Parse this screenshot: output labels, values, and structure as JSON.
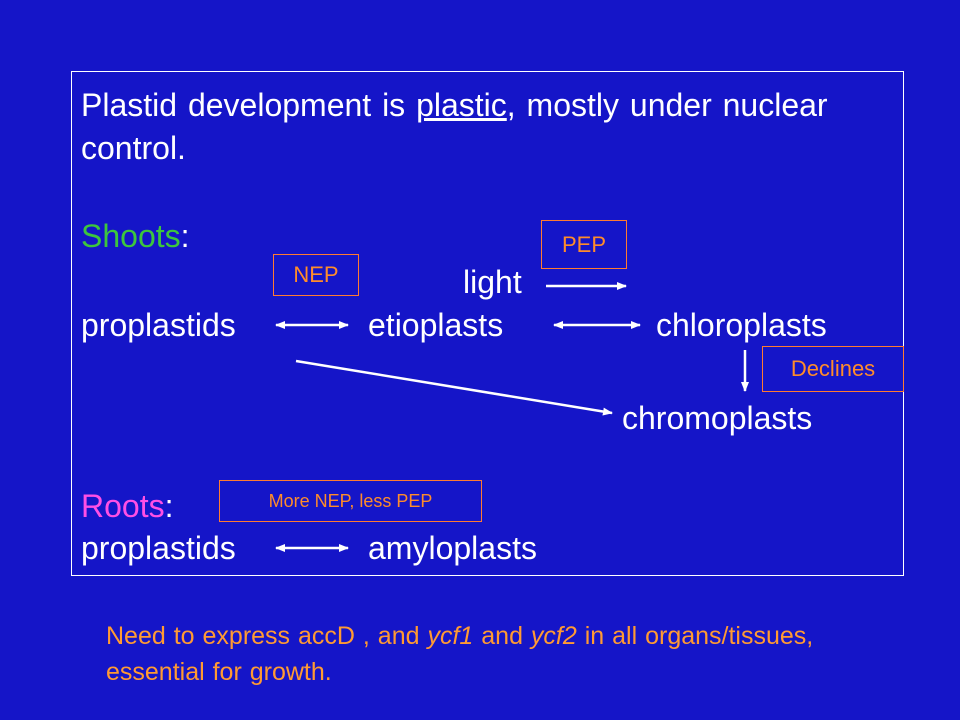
{
  "intro": {
    "part1": "Plastid development is ",
    "underlined": "plastic",
    "part2": ", mostly under nuclear control."
  },
  "shoots": {
    "label": "Shoots",
    "colon": ":"
  },
  "roots": {
    "label": "Roots",
    "colon": ":"
  },
  "nodes": {
    "proplastids_shoot": "proplastids",
    "etioplasts": "etioplasts",
    "chloroplasts": "chloroplasts",
    "chromoplasts": "chromoplasts",
    "proplastids_root": "proplastids",
    "amyloplasts": "amyloplasts",
    "light": "light"
  },
  "boxes": {
    "nep": "NEP",
    "pep": "PEP",
    "declines": "Declines",
    "more_nep": "More NEP, less PEP"
  },
  "note": {
    "part1": "Need to express  accD , and ",
    "gene1": "ycf1",
    "part2": " and ",
    "gene2": "ycf2",
    "part3": " in all organs/tissues, essential for growth."
  },
  "colors": {
    "background": "#1515c8",
    "text": "#ffffff",
    "shoots": "#3dc63d",
    "roots": "#ff4fe5",
    "annotation": "#ff8c2a"
  }
}
